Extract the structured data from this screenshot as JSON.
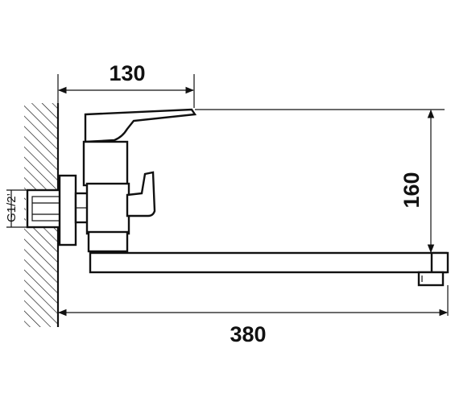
{
  "dimensions": {
    "handle_offset": "130",
    "height": "160",
    "spout_length": "380",
    "thread": "G1/2’"
  },
  "colors": {
    "stroke": "#111111",
    "background": "#ffffff"
  }
}
